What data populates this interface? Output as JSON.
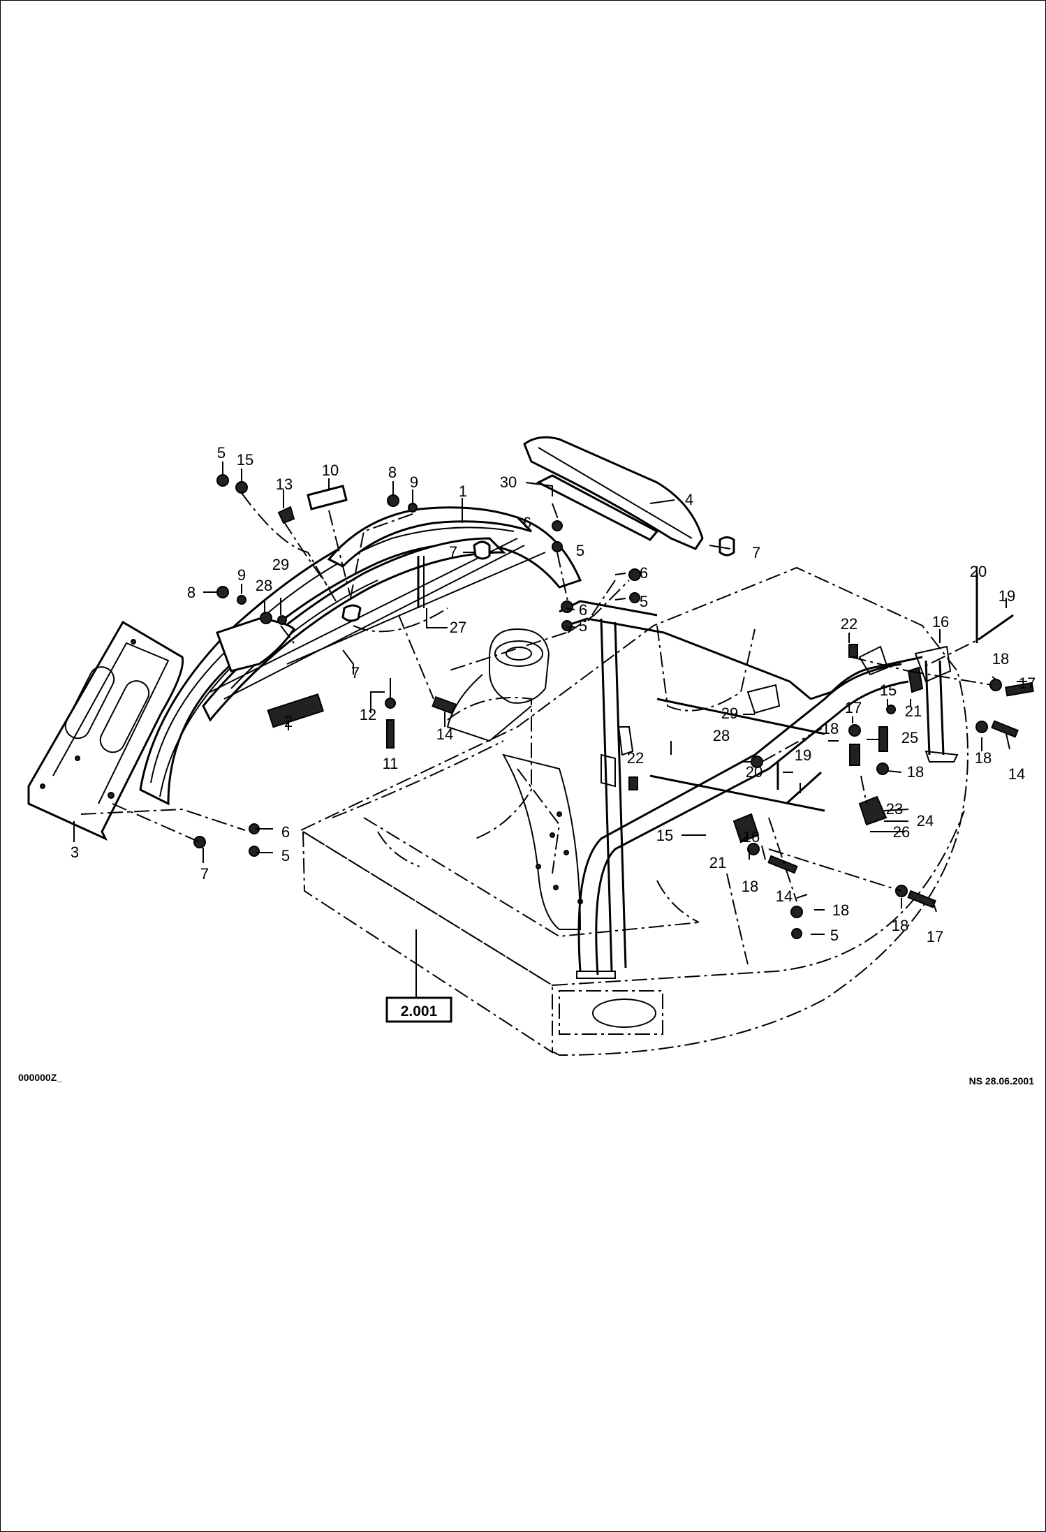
{
  "drawing": {
    "doc_code": "000000Z_",
    "stamp": "NS 28.06.2001",
    "ref_box": "2.001"
  },
  "callouts": [
    {
      "id": "c1",
      "text": "5"
    },
    {
      "id": "c2",
      "text": "15"
    },
    {
      "id": "c3",
      "text": "13"
    },
    {
      "id": "c4",
      "text": "10"
    },
    {
      "id": "c5",
      "text": "8"
    },
    {
      "id": "c6",
      "text": "9"
    },
    {
      "id": "c7",
      "text": "1"
    },
    {
      "id": "c8",
      "text": "30"
    },
    {
      "id": "c9",
      "text": "4"
    },
    {
      "id": "c10",
      "text": "6"
    },
    {
      "id": "c11",
      "text": "5"
    },
    {
      "id": "c12",
      "text": "7"
    },
    {
      "id": "c13",
      "text": "7"
    },
    {
      "id": "c14",
      "text": "6"
    },
    {
      "id": "c15",
      "text": "5"
    },
    {
      "id": "c16",
      "text": "6"
    },
    {
      "id": "c17",
      "text": "5"
    },
    {
      "id": "c18",
      "text": "9"
    },
    {
      "id": "c19",
      "text": "8"
    },
    {
      "id": "c20",
      "text": "28"
    },
    {
      "id": "c21",
      "text": "29"
    },
    {
      "id": "c22",
      "text": "27"
    },
    {
      "id": "c23",
      "text": "7"
    },
    {
      "id": "c24",
      "text": "2"
    },
    {
      "id": "c25",
      "text": "12"
    },
    {
      "id": "c26",
      "text": "11"
    },
    {
      "id": "c27",
      "text": "14"
    },
    {
      "id": "c28",
      "text": "20"
    },
    {
      "id": "c29",
      "text": "19"
    },
    {
      "id": "c30",
      "text": "22"
    },
    {
      "id": "c31",
      "text": "16"
    },
    {
      "id": "c32",
      "text": "18"
    },
    {
      "id": "c33",
      "text": "17"
    },
    {
      "id": "c34",
      "text": "15"
    },
    {
      "id": "c35",
      "text": "21"
    },
    {
      "id": "c36",
      "text": "29"
    },
    {
      "id": "c37",
      "text": "28"
    },
    {
      "id": "c38",
      "text": "17"
    },
    {
      "id": "c39",
      "text": "25"
    },
    {
      "id": "c40",
      "text": "18"
    },
    {
      "id": "c41",
      "text": "18"
    },
    {
      "id": "c42",
      "text": "14"
    },
    {
      "id": "c43",
      "text": "18"
    },
    {
      "id": "c44",
      "text": "22"
    },
    {
      "id": "c45",
      "text": "19"
    },
    {
      "id": "c46",
      "text": "20"
    },
    {
      "id": "c47",
      "text": "23"
    },
    {
      "id": "c48",
      "text": "24"
    },
    {
      "id": "c49",
      "text": "26"
    },
    {
      "id": "c50",
      "text": "15"
    },
    {
      "id": "c51",
      "text": "16"
    },
    {
      "id": "c52",
      "text": "21"
    },
    {
      "id": "c53",
      "text": "18"
    },
    {
      "id": "c54",
      "text": "14"
    },
    {
      "id": "c55",
      "text": "18"
    },
    {
      "id": "c56",
      "text": "5"
    },
    {
      "id": "c57",
      "text": "18"
    },
    {
      "id": "c58",
      "text": "17"
    },
    {
      "id": "c59",
      "text": "6"
    },
    {
      "id": "c60",
      "text": "5"
    },
    {
      "id": "c61",
      "text": "3"
    },
    {
      "id": "c62",
      "text": "7"
    }
  ]
}
